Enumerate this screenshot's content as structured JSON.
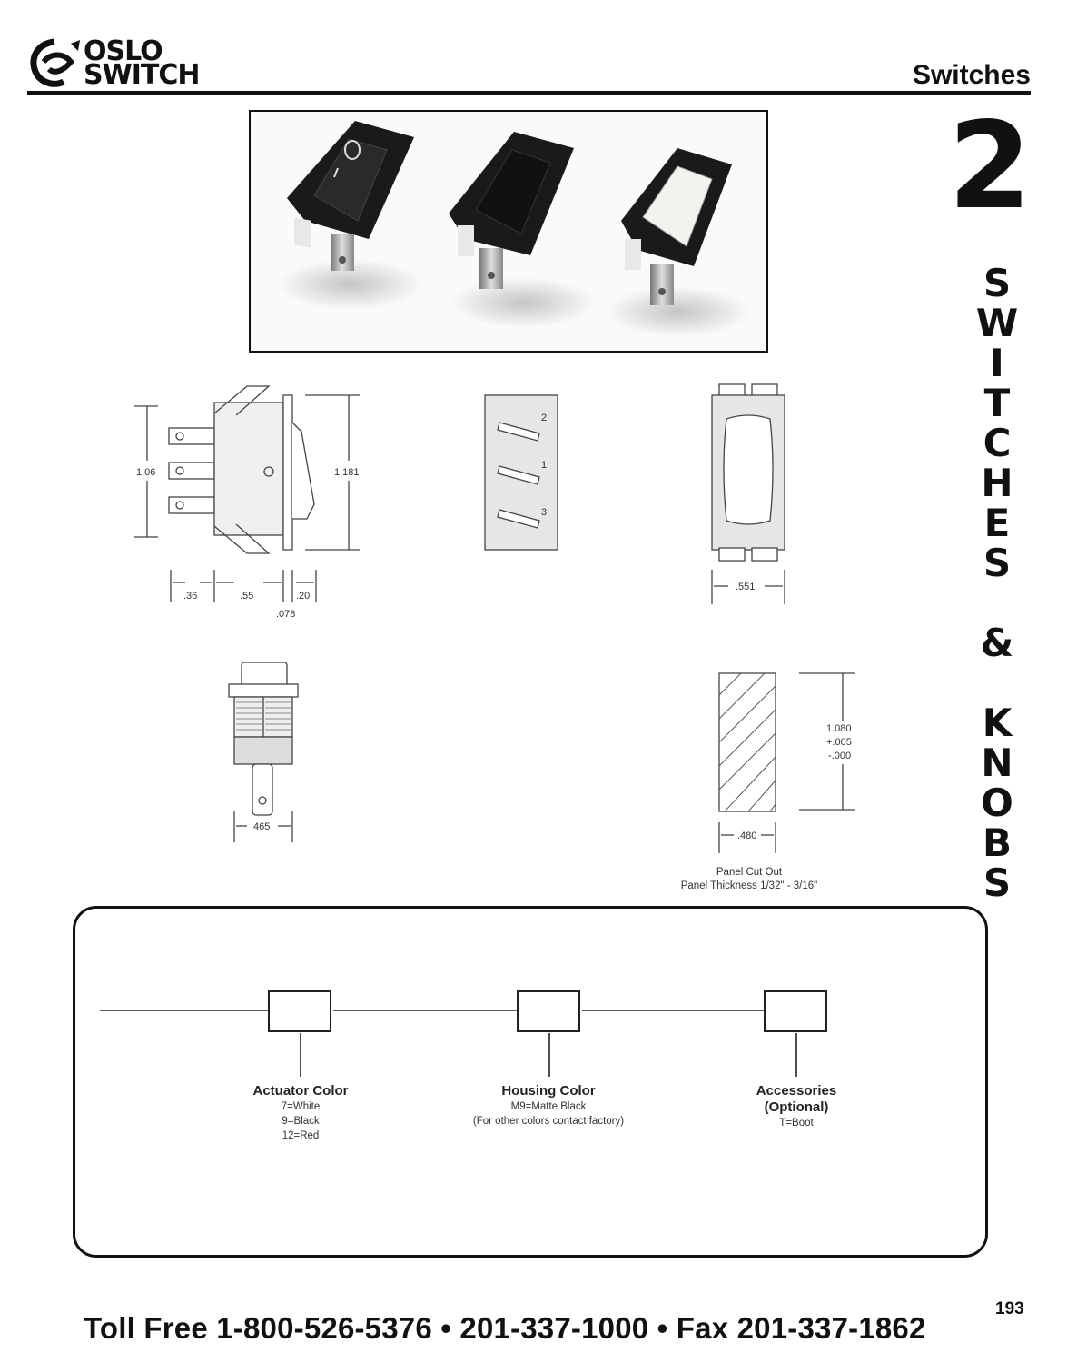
{
  "header": {
    "brand_line1": "OSLO",
    "brand_line2": "SWITCH",
    "section_title": "Switches"
  },
  "side_tab": {
    "number": "2",
    "letters": [
      "S",
      "W",
      "I",
      "T",
      "C",
      "H",
      "E",
      "S",
      "",
      "&",
      "",
      "K",
      "N",
      "O",
      "B",
      "S"
    ]
  },
  "drawings": {
    "side_view": {
      "height_left": "1.06",
      "height_right": "1.181",
      "dim_a": ".36",
      "dim_b": ".55",
      "dim_c": ".20",
      "dim_d": ".078"
    },
    "terminal_view": {
      "terminals": [
        "2",
        "1",
        "3"
      ]
    },
    "front_view": {
      "width": ".551"
    },
    "bottom_view": {
      "width": ".465"
    },
    "panel_cutout": {
      "height": "1.080",
      "tol_plus": "+.005",
      "tol_minus": "-.000",
      "width": ".480",
      "caption_line1": "Panel Cut Out",
      "caption_line2": "Panel Thickness 1/32\" - 3/16\""
    }
  },
  "ordering": {
    "groups": [
      {
        "title": "Actuator Color",
        "items": [
          "7=White",
          "9=Black",
          "12=Red"
        ]
      },
      {
        "title": "Housing Color",
        "items": [
          "M9=Matte Black",
          "(For other colors contact factory)"
        ]
      },
      {
        "title": "Accessories",
        "title2": "(Optional)",
        "items": [
          "T=Boot"
        ]
      }
    ]
  },
  "footer": {
    "page_number": "193",
    "contact": "Toll Free 1-800-526-5376  •  201-337-1000  •  Fax 201-337-1862"
  },
  "icons": {
    "logo": "oslo-switch-logo-icon"
  }
}
